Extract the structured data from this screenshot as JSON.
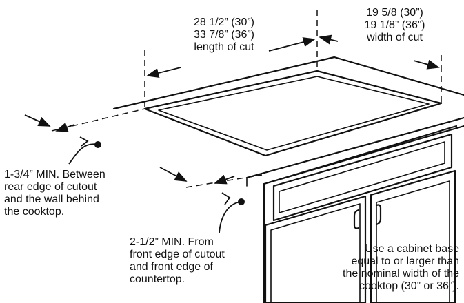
{
  "labels": {
    "length_cut": [
      "28 1/2” (30”)",
      "33 7/8” (36”)",
      "length of cut"
    ],
    "width_cut": [
      "19 5/8 (30”)",
      "19 1/8” (36”)",
      "width of cut"
    ],
    "rear_clearance": [
      "1-3/4” MIN. Between",
      "rear edge of cutout",
      "and the wall behind",
      "the cooktop."
    ],
    "front_clearance": [
      "2-1/2” MIN. From",
      "front edge of cutout",
      "and front edge of",
      "countertop."
    ],
    "cabinet_note": [
      "Use a cabinet base",
      "equal to or larger than",
      "the nominal width of the",
      "cooktop (30” or 36”)."
    ]
  }
}
